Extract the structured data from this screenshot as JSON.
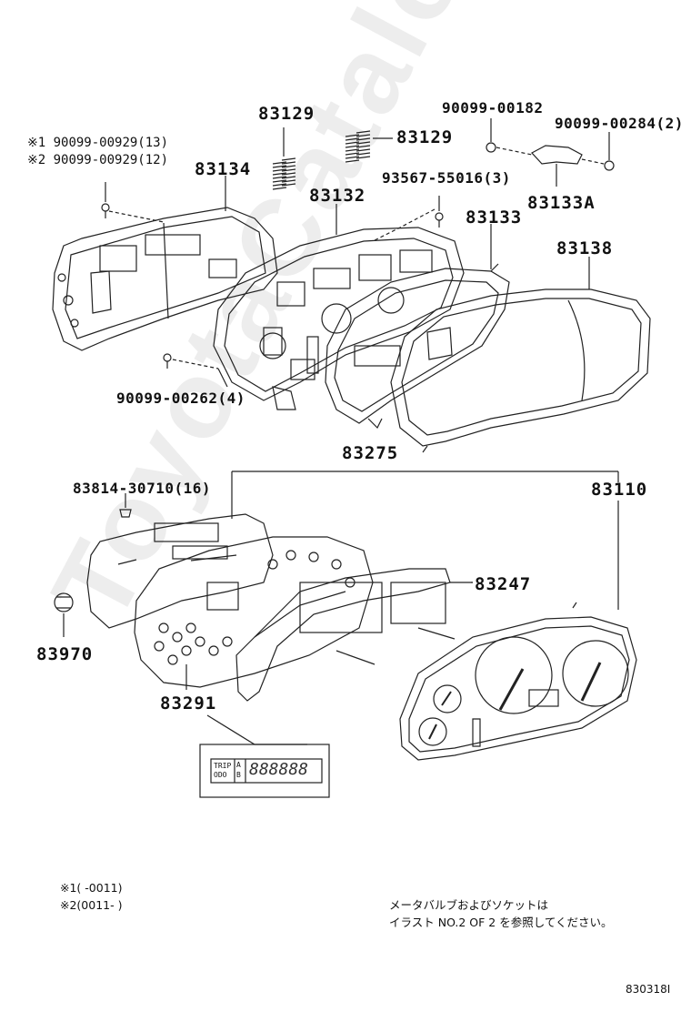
{
  "labels": {
    "p83129_a": "83129",
    "p83129_b": "83129",
    "p90099_00182": "90099-00182",
    "p90099_00284": "90099-00284(2)",
    "p90099_00929_1": "※1 90099-00929(13)",
    "p90099_00929_2": "※2 90099-00929(12)",
    "p83134": "83134",
    "p93567": "93567-55016(3)",
    "p83132": "83132",
    "p83133A": "83133A",
    "p83133": "83133",
    "p83138": "83138",
    "p90099_00262": "90099-00262(4)",
    "p83275": "83275",
    "p83814": "83814-30710(16)",
    "p83110": "83110",
    "p83247": "83247",
    "p83970": "83970",
    "p83291": "83291"
  },
  "display_inset": {
    "trip": "TRIP",
    "odo": "ODO",
    "btn_a": "A",
    "btn_b": "B",
    "digits": "888888"
  },
  "footnotes": {
    "note1": "※1(      -0011)",
    "note2": "※2(0011-      )"
  },
  "remark": {
    "line1": "メータバルブおよびソケットは",
    "line2": "イラスト NO.2 OF 2 を参照してください。"
  },
  "figure_code": "830318I",
  "watermark": "ToyotaCatalog.ru"
}
